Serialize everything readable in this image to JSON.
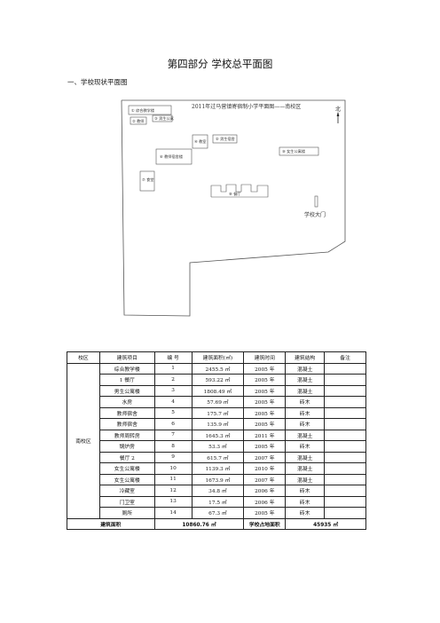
{
  "heading": "第四部分  学校总平面图",
  "subheading": "一、学校现状平面图",
  "map": {
    "caption": "2011年过马营镇寄宿制小学平面图——南校区",
    "north_label": "北",
    "gate_label": "学校大门",
    "buildings": [
      {
        "label": "① 综合教学楼"
      },
      {
        "label": "② 教师"
      },
      {
        "label": "③ 男生公寓"
      },
      {
        "label": "④ 教室"
      },
      {
        "label": "⑤ 男生宿舍"
      },
      {
        "label": "⑥ 教师宿舍楼"
      },
      {
        "label": "⑦ 食堂"
      },
      {
        "label": "⑧ 餐厅"
      },
      {
        "label": "⑨ 女生公寓楼"
      }
    ]
  },
  "table": {
    "headers": [
      "校区",
      "建筑项目",
      "编 号",
      "建筑面积(㎡)",
      "建筑时间",
      "建筑结构",
      "备注"
    ],
    "campus": "南校区",
    "rows": [
      [
        "综合教学楼",
        "1",
        "2455.5 ㎡",
        "2005 年",
        "混凝土"
      ],
      [
        "1 餐厅",
        "2",
        "593.22 ㎡",
        "2005 年",
        "混凝土"
      ],
      [
        "男生公寓楼",
        "3",
        "1808.49 ㎡",
        "2005 年",
        "混凝土"
      ],
      [
        "水房",
        "4",
        "57.69 ㎡",
        "2005 年",
        "砖木"
      ],
      [
        "教师宿舍",
        "5",
        "175.7 ㎡",
        "2005 年",
        "砖木"
      ],
      [
        "教师宿舍",
        "6",
        "135.9 ㎡",
        "2005 年",
        "砖木"
      ],
      [
        "教师周转房",
        "7",
        "1645.3 ㎡",
        "2011 年",
        "混凝土"
      ],
      [
        "锅炉房",
        "8",
        "53.3 ㎡",
        "2005 年",
        "砖木"
      ],
      [
        "餐厅 2",
        "9",
        "615.7 ㎡",
        "2007 年",
        "混凝土"
      ],
      [
        "女生公寓楼",
        "10",
        "1139.3 ㎡",
        "2010 年",
        "混凝土"
      ],
      [
        "女生公寓楼",
        "11",
        "1673.9 ㎡",
        "2007 年",
        "混凝土"
      ],
      [
        "冷藏室",
        "12",
        "34.8 ㎡",
        "2006 年",
        "砖木"
      ],
      [
        "门卫室",
        "13",
        "17.5 ㎡",
        "2006 年",
        "砖木"
      ],
      [
        "厕所",
        "14",
        "67.3 ㎡",
        "2005 年",
        "砖木"
      ]
    ],
    "total_label": "建筑面积",
    "total_value": "10860.76 ㎡",
    "land_label": "学校占地面积",
    "land_value": "45935 ㎡"
  }
}
